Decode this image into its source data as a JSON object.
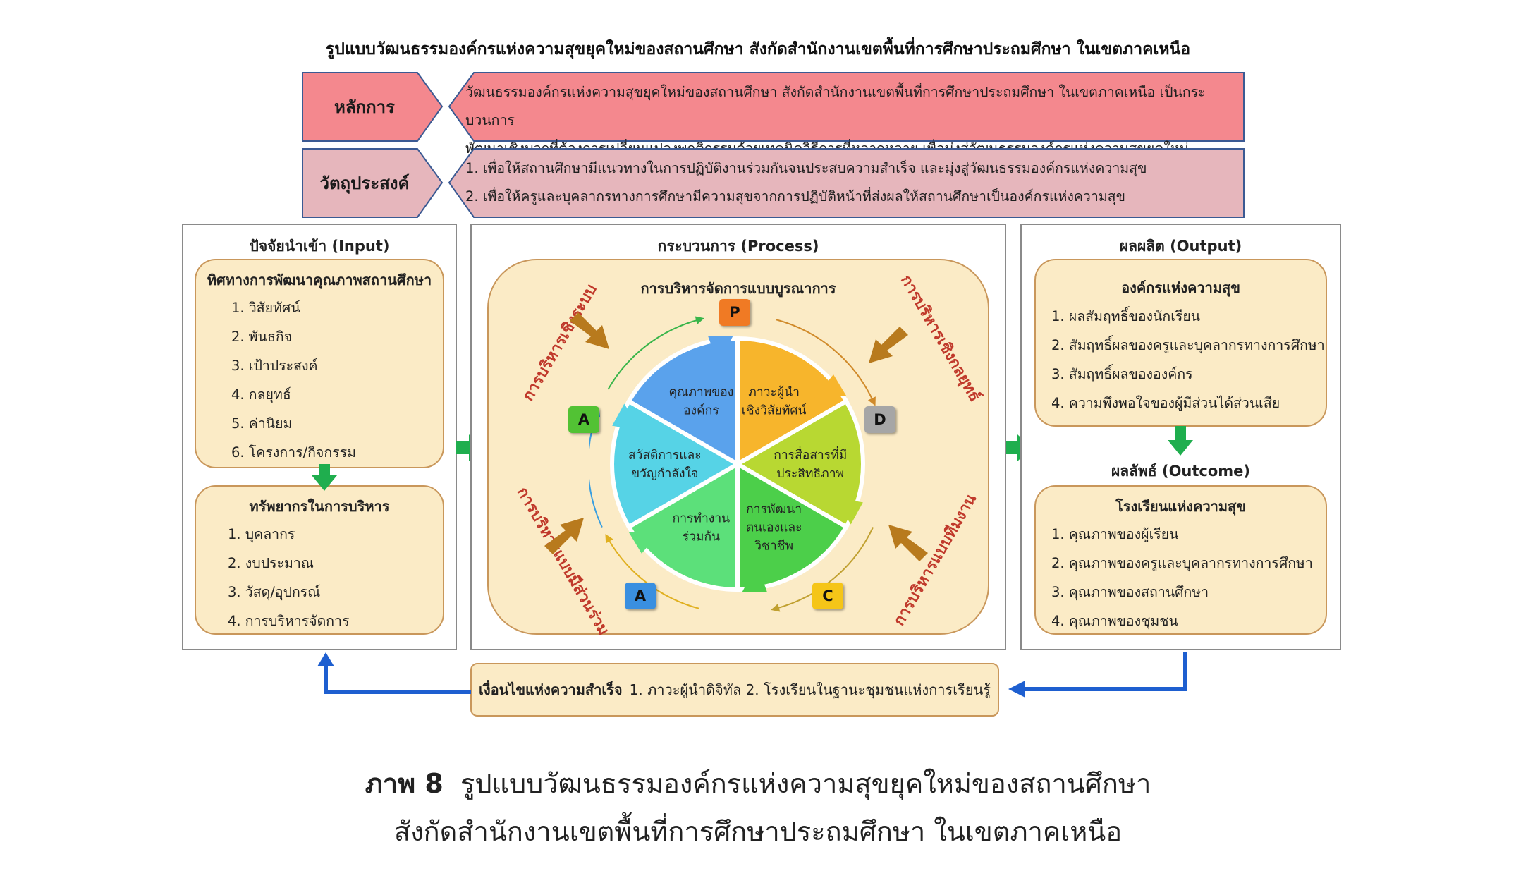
{
  "title": "รูปแบบวัฒนธรรมองค์กรแห่งความสุขยุคใหม่ของสถานศึกษา สังกัดสำนักงานเขตพื้นที่การศึกษาประถมศึกษา ในเขตภาคเหนือ",
  "principle": {
    "label": "หลักการ",
    "lines": [
      "วัฒนธรรมองค์กรแห่งความสุขยุคใหม่ของสถานศึกษา สังกัดสำนักงานเขตพื้นที่การศึกษาประถมศึกษา ในเขตภาคเหนือ เป็นกระบวนการ",
      "พัฒนาเชิงบวกที่ต้องการเปลี่ยนแปลงพฤติกรรมด้วยเทคนิควิธีการที่หลากหลาย เพื่อมุ่งสู่วัฒนธรรมองค์กรแห่งความสุขยุคใหม่"
    ]
  },
  "objective": {
    "label": "วัตถุประสงค์",
    "lines": [
      "1. เพื่อให้สถานศึกษามีแนวทางในการปฏิบัติงานร่วมกันจนประสบความสำเร็จ และมุ่งสู่วัฒนธรรมองค์กรแห่งความสุข",
      "2. เพื่อให้ครูและบุคลากรทางการศึกษามีความสุขจากการปฏิบัติหน้าที่ส่งผลให้สถานศึกษาเป็นองค์กรแห่งความสุข"
    ]
  },
  "input": {
    "title": "ปัจจัยนำเข้า (Input)",
    "direction_title": "ทิศทางการพัฒนาคุณภาพสถานศึกษา",
    "direction_items": [
      "1. วิสัยทัศน์",
      "2. พันธกิจ",
      "3. เป้าประสงค์",
      "4. กลยุทธ์",
      "5. ค่านิยม",
      "6. โครงการ/กิจกรรม"
    ],
    "resource_title": "ทรัพยากรในการบริหาร",
    "resource_items": [
      "1. บุคลากร",
      "2. งบประมาณ",
      "3. วัสดุ/อุปกรณ์",
      "4. การบริหารจัดการ"
    ]
  },
  "process": {
    "title": "กระบวนการ (Process)",
    "center_title": "การบริหารจัดการแบบบูรณาการ",
    "corner_labels": {
      "top_left": "การบริหารเชิงระบบ",
      "top_right": "การบริหารเชิงกลยุทธ์",
      "bottom_left": "การบริหารแบบมีส่วนร่วม",
      "bottom_right": "การบริหารแบบทีมงาน"
    },
    "sectors": [
      {
        "lines": [
          "ภาวะผู้นำ",
          "เชิงวิสัยทัศน์"
        ],
        "color": "#f7b52c"
      },
      {
        "lines": [
          "การสื่อสารที่มี",
          "ประสิทธิภาพ"
        ],
        "color": "#b8d832"
      },
      {
        "lines": [
          "การพัฒนา",
          "ตนเองและ",
          "วิชาชีพ"
        ],
        "color": "#4ccf4a"
      },
      {
        "lines": [
          "การทำงาน",
          "ร่วมกัน"
        ],
        "color": "#5ce07a"
      },
      {
        "lines": [
          "สวัสดิการและ",
          "ขวัญกำลังใจ"
        ],
        "color": "#56d3e6"
      },
      {
        "lines": [
          "คุณภาพของ",
          "องค์กร"
        ],
        "color": "#5aa2ec"
      }
    ],
    "cycle_letters": {
      "p": "P",
      "d": "D",
      "c": "C",
      "a1": "A",
      "a2": "A"
    },
    "letter_colors": {
      "p": "#f07a24",
      "d": "#a6a6a6",
      "c": "#f5c518",
      "a1": "#52c234",
      "a2": "#3a8fe0"
    }
  },
  "output": {
    "title": "ผลผลิต (Output)",
    "org_title": "องค์กรแห่งความสุข",
    "org_items": [
      "1. ผลสัมฤทธิ์ของนักเรียน",
      "2. สัมฤทธิ์ผลของครูและบุคลากรทางการศึกษา",
      "3. สัมฤทธิ์ผลขององค์กร",
      "4. ความพึงพอใจของผู้มีส่วนได้ส่วนเสีย"
    ],
    "outcome_title": "ผลลัพธ์ (Outcome)",
    "school_title": "โรงเรียนแห่งความสุข",
    "school_items": [
      "1. คุณภาพของผู้เรียน",
      "2. คุณภาพของครูและบุคลากรทางการศึกษา",
      "3. คุณภาพของสถานศึกษา",
      "4. คุณภาพของชุมชน"
    ]
  },
  "success": {
    "label": "เงื่อนไขแห่งความสำเร็จ",
    "text": "1. ภาวะผู้นำดิจิทัล 2. โรงเรียนในฐานะชุมชนแห่งการเรียนรู้"
  },
  "caption": {
    "figure": "ภาพ 8",
    "line1": "รูปแบบวัฒนธรรมองค์กรแห่งความสุขยุคใหม่ของสถานศึกษา",
    "line2": "สังกัดสำนักงานเขตพื้นที่การศึกษาประถมศึกษา ในเขตภาคเหนือ"
  },
  "colors": {
    "principle_fill": "#f4888e",
    "objective_fill": "#e6b6bc",
    "cream": "#fbebc6",
    "green_arrow": "#1fae4e",
    "blue_arrow": "#1e5fd0",
    "brown_arrow": "#b87a1d"
  }
}
